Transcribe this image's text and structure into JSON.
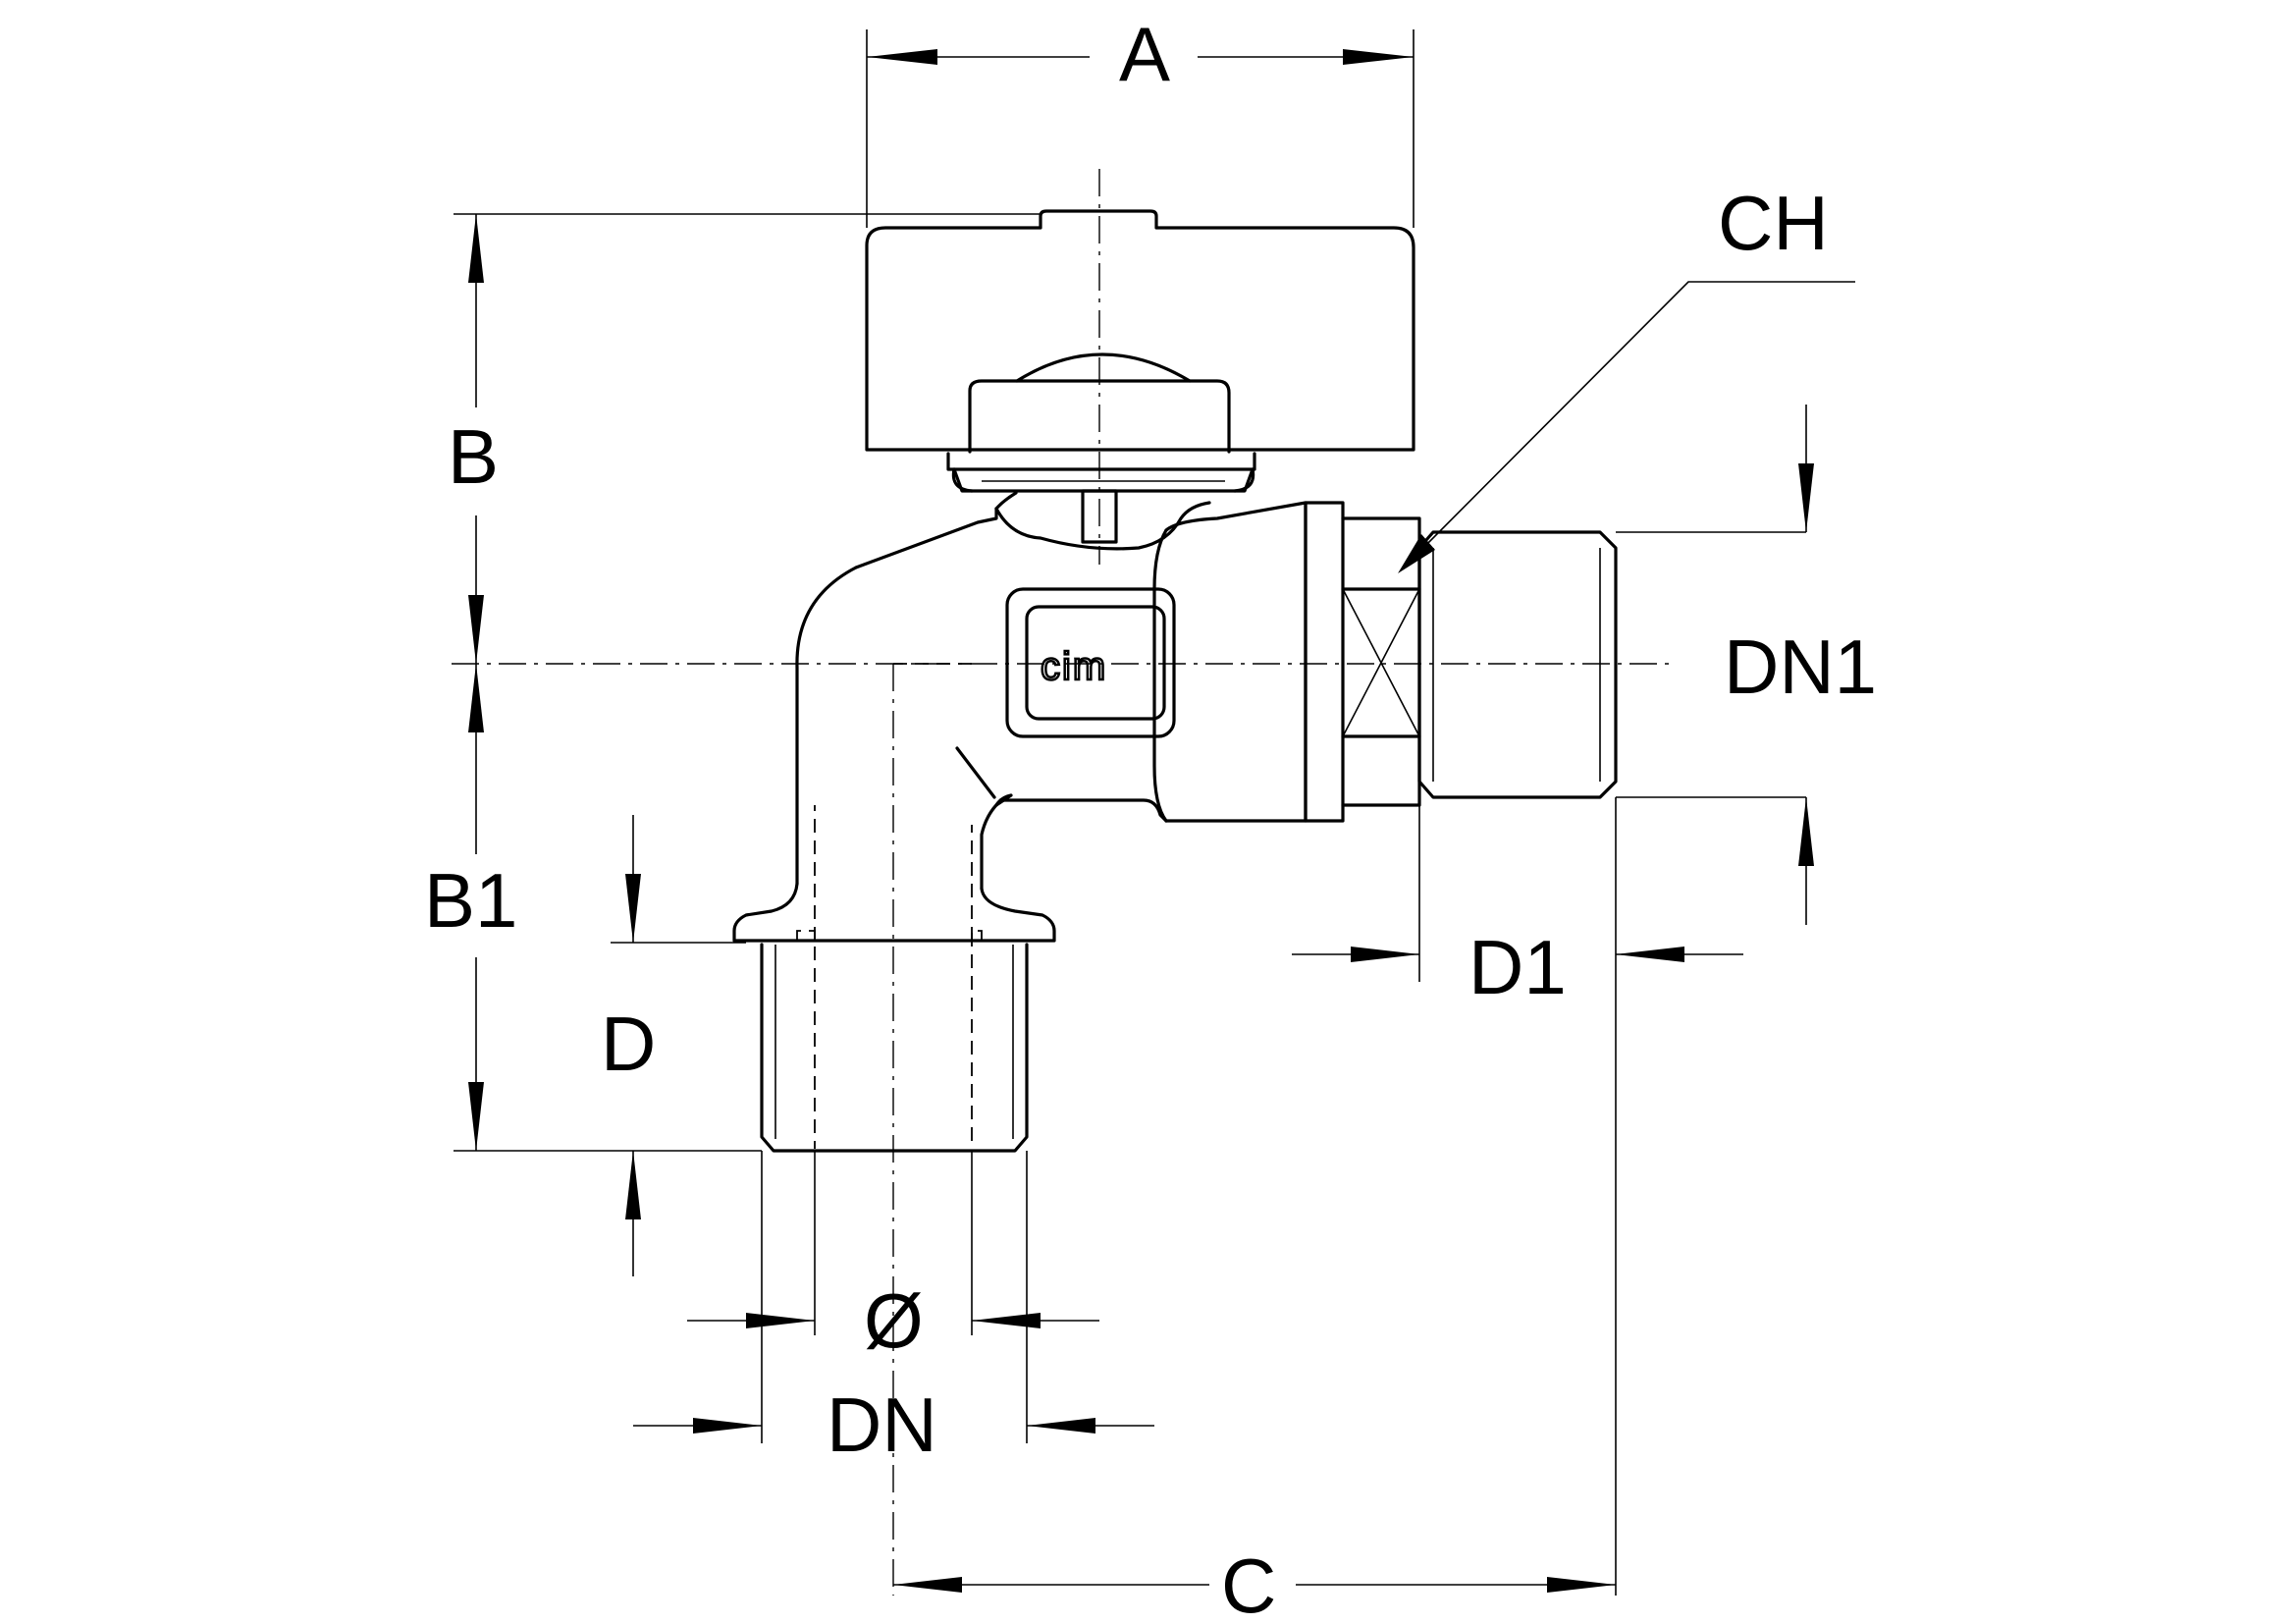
{
  "diagram": {
    "dimensions": {
      "A": "A",
      "B": "B",
      "B1": "B1",
      "CH": "CH",
      "DN1": "DN1",
      "D": "D",
      "D1": "D1",
      "diameter": "Ø",
      "DN": "DN",
      "C": "C"
    },
    "logo": "cim"
  }
}
